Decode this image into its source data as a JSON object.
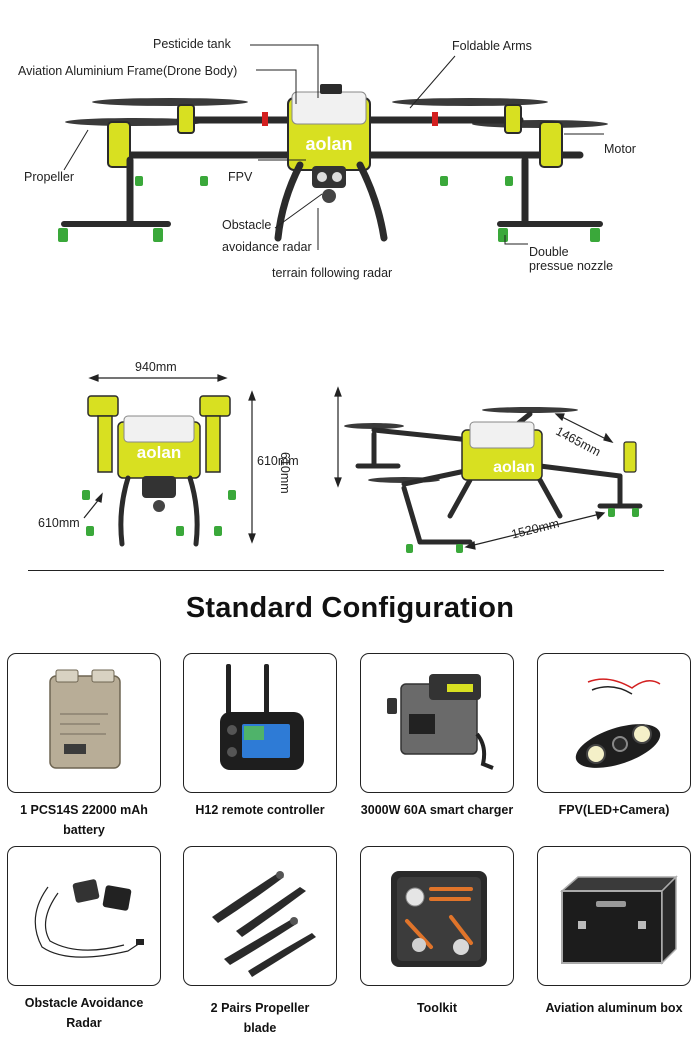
{
  "labels": {
    "pesticide_tank": "Pesticide tank",
    "frame": "Aviation Aluminium  Frame(Drone Body)",
    "foldable_arms": "Foldable Arms",
    "motor": "Motor",
    "propeller": "Propeller",
    "fpv": "FPV",
    "obstacle_line1": "Obstacle",
    "obstacle_line2": "avoidance radar",
    "terrain_radar": "terrain following radar",
    "nozzle_line1": "Double",
    "nozzle_line2": "pressue nozzle"
  },
  "logo_text": "aolan",
  "dimensions": {
    "front_width": "940mm",
    "front_height": "610mm",
    "front_depth": "610mm",
    "side_height": "610mm",
    "side_arm": "1465mm",
    "side_length": "1520mm"
  },
  "section_title": "Standard Configuration",
  "items": [
    {
      "caption_1": "1 PCS14S 22000 mAh",
      "caption_2": "battery",
      "icon": "battery-icon"
    },
    {
      "caption_1": "H12 remote controller",
      "caption_2": "",
      "icon": "remote-controller-icon"
    },
    {
      "caption_1": "3000W 60A smart charger",
      "caption_2": "",
      "icon": "charger-icon"
    },
    {
      "caption_1": "FPV(LED+Camera)",
      "caption_2": "",
      "icon": "fpv-camera-icon"
    },
    {
      "caption_1": "Obstacle Avoidance",
      "caption_2": "Radar",
      "icon": "radar-icon"
    },
    {
      "caption_1": "2 Pairs Propeller",
      "caption_2": "blade",
      "icon": "propeller-blade-icon"
    },
    {
      "caption_1": "Toolkit",
      "caption_2": "",
      "icon": "toolkit-icon"
    },
    {
      "caption_1": "Aviation aluminum box",
      "caption_2": "",
      "icon": "aluminum-box-icon"
    }
  ],
  "colors": {
    "accent": "#d8e021",
    "frame": "#2b2b2b",
    "nozzle": "#3aa83a",
    "red": "#d32020"
  }
}
